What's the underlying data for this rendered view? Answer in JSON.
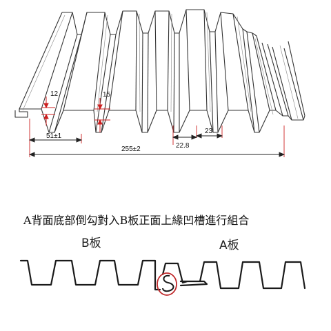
{
  "profile": {
    "dimensions": {
      "rib_height_a": "12",
      "rib_height_b": "15",
      "edge_width": "51±1",
      "total_width": "255±2",
      "bottom_width": "22.8",
      "top_width": "23"
    }
  },
  "assembly": {
    "caption": "A背面底部倒勾對入B板正面上緣凹槽進行組合",
    "label_b": "B板",
    "label_a": "A板"
  },
  "colors": {
    "line": "#333333",
    "dimension_red": "#cc1f1f",
    "highlight_red": "#c0292b"
  }
}
